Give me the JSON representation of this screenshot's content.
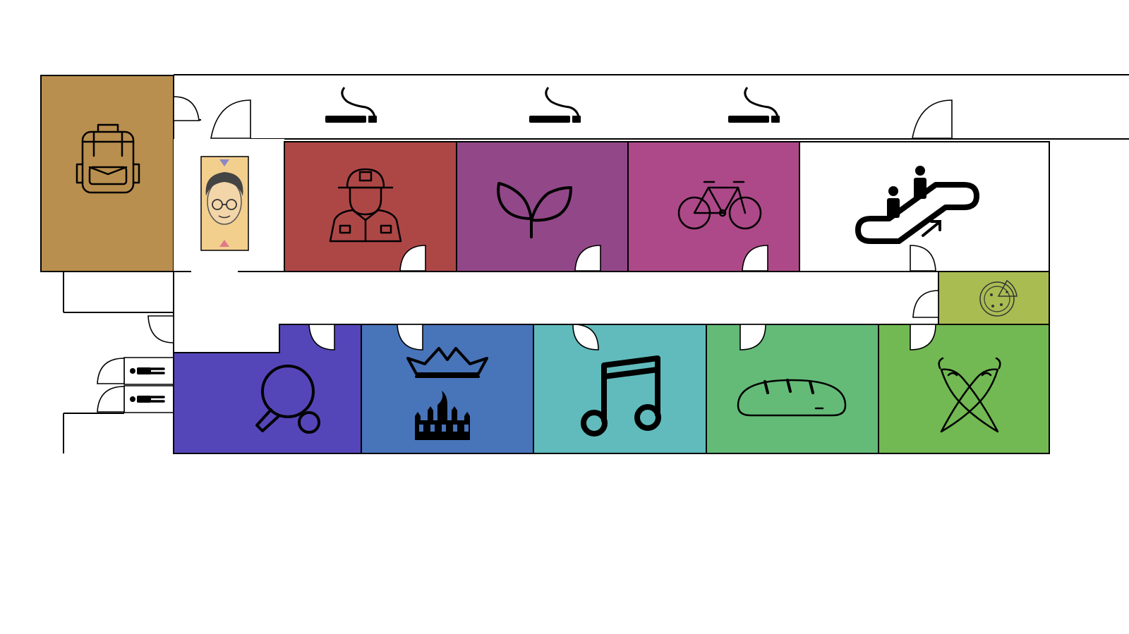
{
  "map": {
    "rooms": [
      {
        "id": "backpack",
        "icon": "backpack-icon",
        "color": "#B98F4F"
      },
      {
        "id": "elevator",
        "icon": "person-portrait-icon",
        "color": "#F3CF8E"
      },
      {
        "id": "firefighter",
        "icon": "firefighter-icon",
        "color": "#AD4746"
      },
      {
        "id": "plant",
        "icon": "sprout-icon",
        "color": "#924888"
      },
      {
        "id": "bicycle",
        "icon": "bicycle-icon",
        "color": "#AD4988"
      },
      {
        "id": "escalator",
        "icon": "escalator-icon",
        "color": "#FFFFFF"
      },
      {
        "id": "pizza",
        "icon": "pizza-icon",
        "color": "#A9BC52"
      },
      {
        "id": "table-tennis",
        "icon": "table-tennis-icon",
        "color": "#5446B8"
      },
      {
        "id": "palace",
        "icon": "crown-palace-icon",
        "color": "#4874BA"
      },
      {
        "id": "music",
        "icon": "music-note-icon",
        "color": "#61BBBC"
      },
      {
        "id": "bread",
        "icon": "bread-icon",
        "color": "#64BA77"
      },
      {
        "id": "chili",
        "icon": "chili-peppers-icon",
        "color": "#72B953"
      }
    ],
    "smoking_areas": [
      "cigarette-icon",
      "cigarette-icon",
      "cigarette-icon"
    ],
    "restrooms": [
      "restroom-icon",
      "restroom-icon"
    ]
  }
}
